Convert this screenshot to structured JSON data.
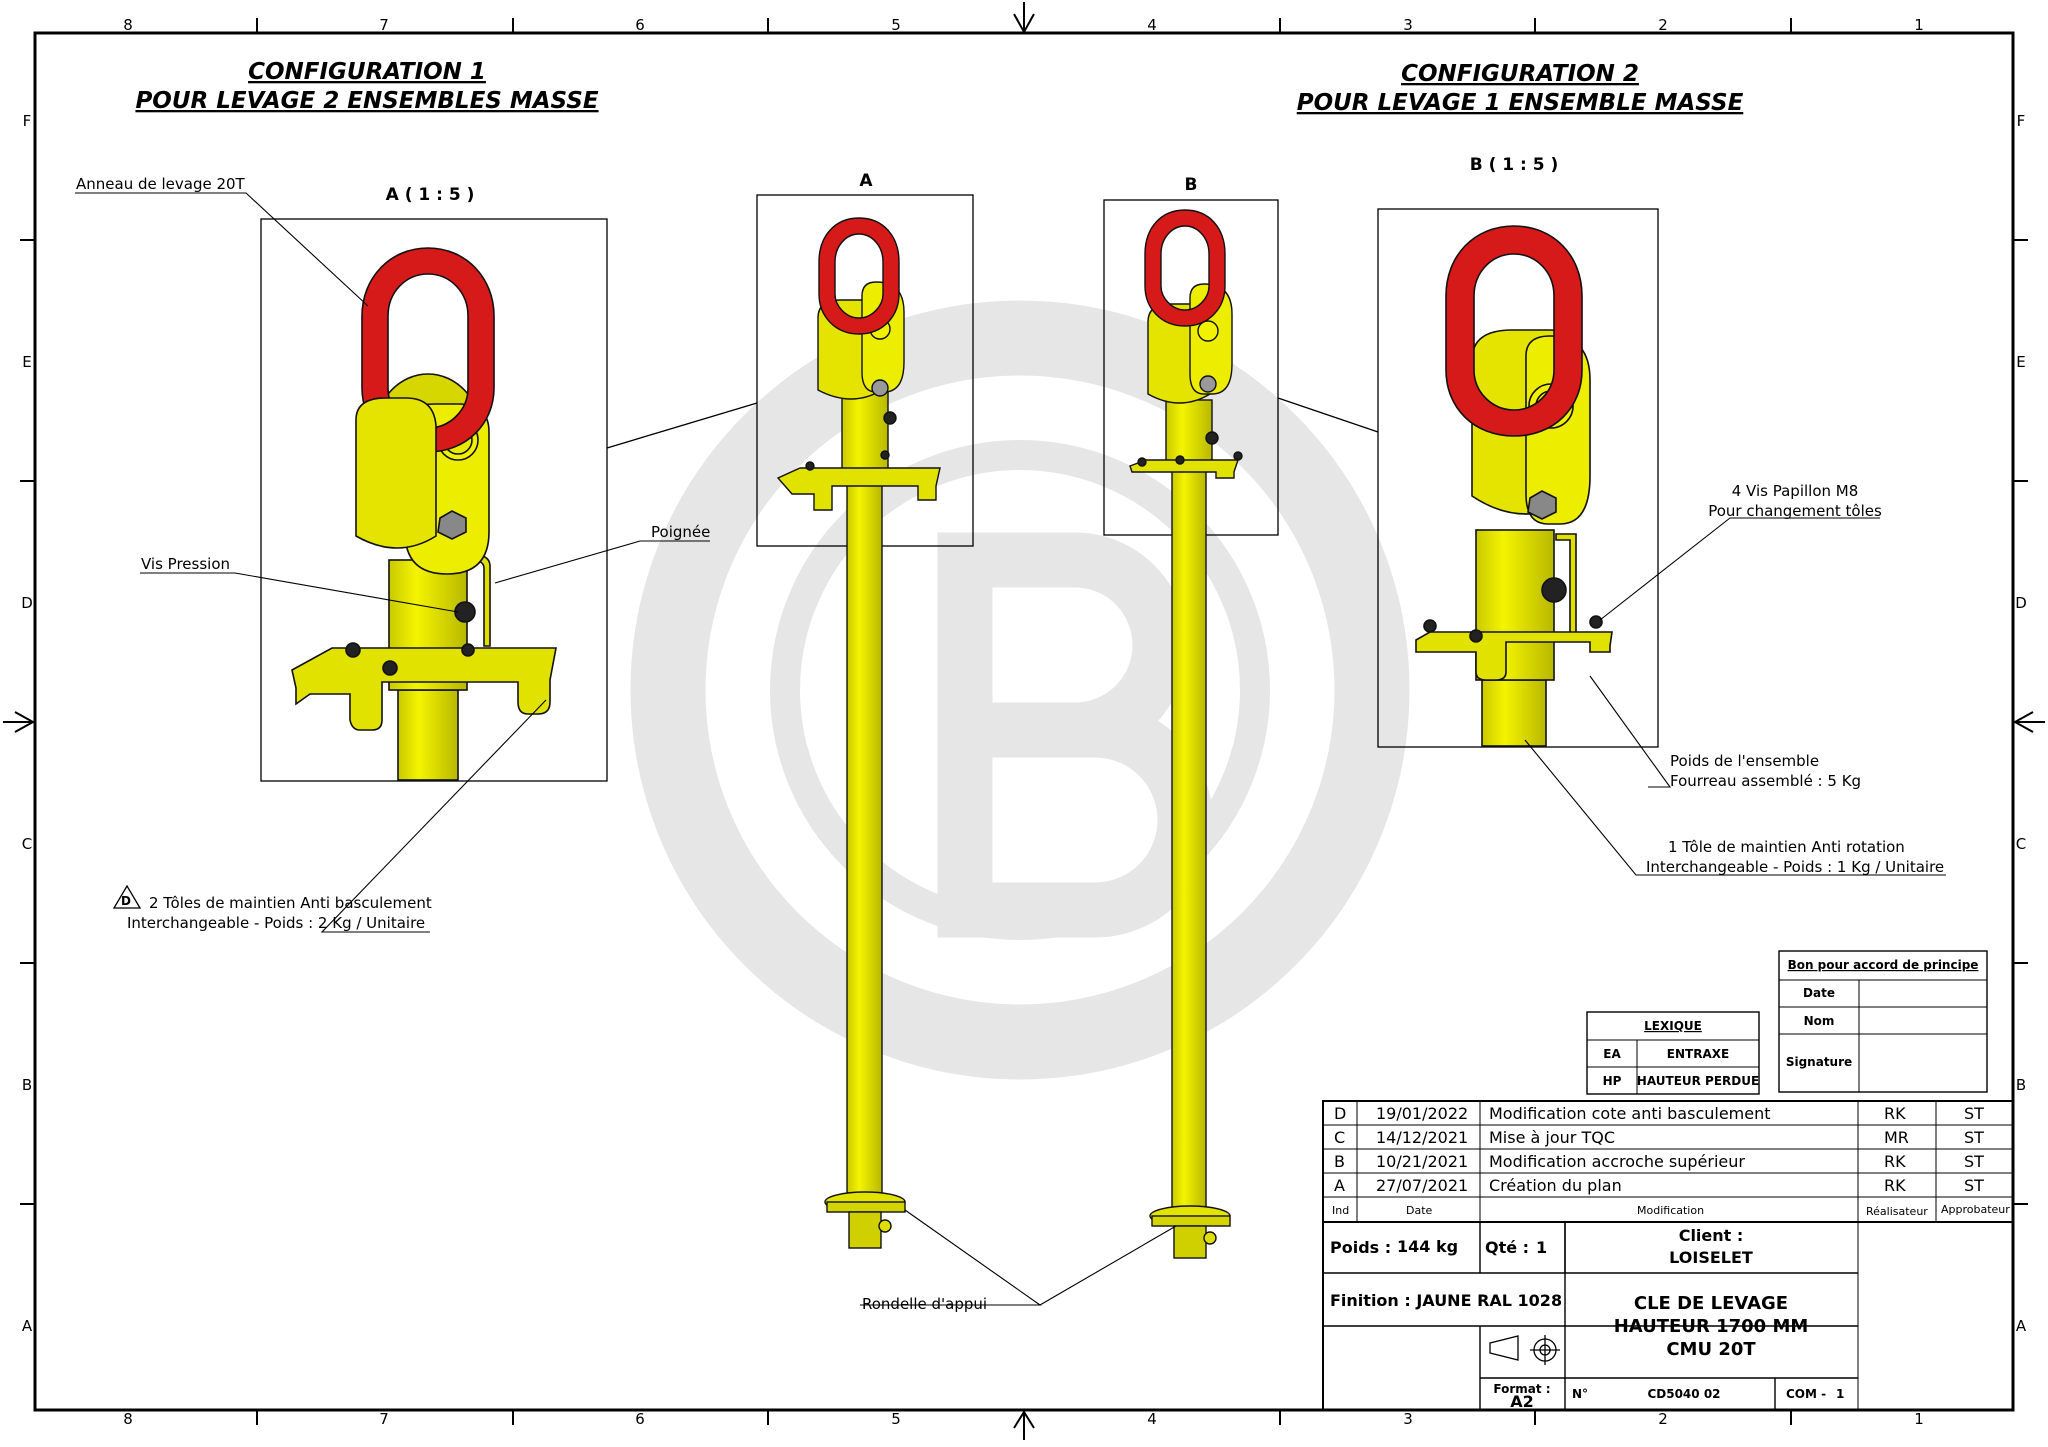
{
  "grid": {
    "columns": [
      "8",
      "7",
      "6",
      "5",
      "4",
      "3",
      "2",
      "1"
    ],
    "rows": [
      "F",
      "E",
      "D",
      "C",
      "B",
      "A"
    ]
  },
  "config1": {
    "line1": "CONFIGURATION 1",
    "line2": "POUR LEVAGE 2 ENSEMBLES MASSE"
  },
  "config2": {
    "line1": "CONFIGURATION 2",
    "line2": "POUR LEVAGE 1 ENSEMBLE MASSE"
  },
  "views": {
    "detail_a": "A ( 1 : 5 )",
    "a": "A",
    "b": "B",
    "detail_b": "B ( 1 : 5 )"
  },
  "callouts": {
    "anneau": "Anneau de levage 20T",
    "poignee": "Poignée",
    "vis_pression": "Vis Pression",
    "toles_line1": "2 Tôles de maintien Anti basculement",
    "toles_line2": "Interchangeable - Poids : 2 Kg / Unitaire",
    "rev_mark": "D",
    "papillon_line1": "4 Vis Papillon M8",
    "papillon_line2": "Pour changement tôles",
    "poids_line1": "Poids de l'ensemble",
    "poids_line2": "Fourreau assemblé : 5 Kg",
    "tole_line1": "1 Tôle de maintien Anti rotation",
    "tole_line2": "Interchangeable - Poids : 1 Kg / Unitaire",
    "rondelle": "Rondelle d'appui"
  },
  "colors": {
    "yellow": "#e8e800",
    "red": "#d61a1a",
    "watermark": "#e4e4e4"
  },
  "approval": {
    "title": "Bon pour accord de principe",
    "date": "Date",
    "nom": "Nom",
    "signature": "Signature"
  },
  "lexique": {
    "title": "LEXIQUE",
    "rows": [
      {
        "abbr": "EA",
        "meaning": "ENTRAXE"
      },
      {
        "abbr": "HP",
        "meaning": "HAUTEUR PERDUE"
      }
    ]
  },
  "revisions": [
    {
      "ind": "D",
      "date": "19/01/2022",
      "modif": "Modification cote anti basculement",
      "real": "RK",
      "appr": "ST"
    },
    {
      "ind": "C",
      "date": "14/12/2021",
      "modif": "Mise à jour TQC",
      "real": "MR",
      "appr": "ST"
    },
    {
      "ind": "B",
      "date": "10/21/2021",
      "modif": "Modification accroche supérieur",
      "real": "RK",
      "appr": "ST"
    },
    {
      "ind": "A",
      "date": "27/07/2021",
      "modif": "Création du plan",
      "real": "RK",
      "appr": "ST"
    }
  ],
  "rev_header": {
    "ind": "Ind",
    "date": "Date",
    "modif": "Modification",
    "real": "Réalisateur",
    "appr": "Approbateur"
  },
  "title_block": {
    "poids_label": "Poids :",
    "poids_value": "144 kg",
    "qte_label": "Qté :",
    "qte_value": "1",
    "client_label": "Client :",
    "client_value": "LOISELET",
    "finition": "Finition : JAUNE RAL 1028",
    "designation_1": "CLE DE LEVAGE",
    "designation_2": "HAUTEUR 1700 MM",
    "designation_3": "CMU 20T",
    "format_label": "Format :",
    "format_value": "A2",
    "no_label": "N°",
    "no_value": "CD5040 02",
    "com": "COM -",
    "com_value": "1"
  }
}
